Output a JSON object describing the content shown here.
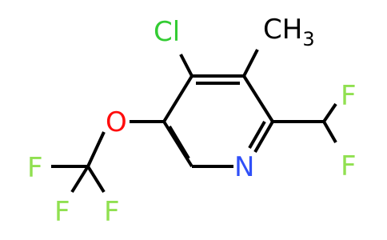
{
  "molecule": {
    "labels": {
      "cl": "Cl",
      "ch3_main": "CH",
      "ch3_sub": "3",
      "n": "N",
      "o": "O",
      "f1": "F",
      "f2": "F",
      "f3": "F",
      "f4": "F",
      "f5": "F"
    },
    "colors": {
      "bond": "#000000",
      "chlorine": "#33cc33",
      "nitrogen": "#3050f8",
      "oxygen": "#ff0d0d",
      "fluorine": "#90e050",
      "carbon": "#000000"
    }
  }
}
